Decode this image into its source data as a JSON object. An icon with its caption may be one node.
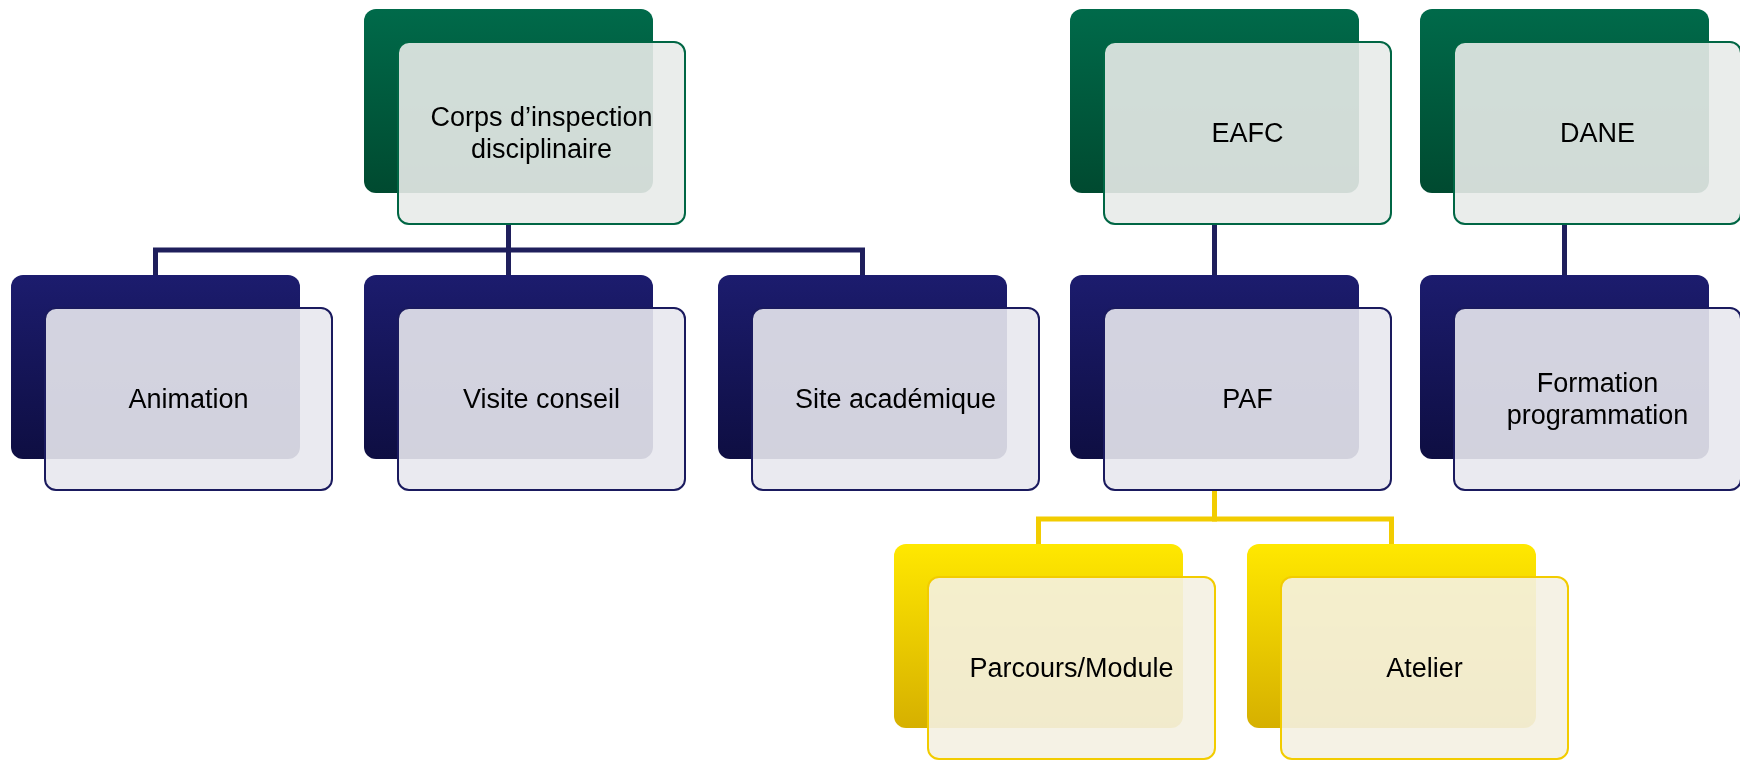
{
  "diagram": {
    "nodes": [
      {
        "text": [
          "Corps d’inspection disciplinaire"
        ]
      },
      {
        "text": [
          "Animation"
        ]
      },
      {
        "text": [
          "Visite conseil"
        ]
      },
      {
        "text": [
          "Site académique"
        ]
      },
      {
        "text": [
          "EAFC"
        ]
      },
      {
        "text": [
          "DANE"
        ]
      },
      {
        "text": [
          "PAF"
        ]
      },
      {
        "text": [
          "Formation programmation"
        ]
      },
      {
        "text": [
          "Parcours/Module"
        ]
      },
      {
        "text": [
          "Atelier"
        ]
      }
    ],
    "edges": [
      {
        "from": 0,
        "to": 1,
        "arrow": "none"
      },
      {
        "from": 0,
        "to": 2,
        "arrow": "none"
      },
      {
        "from": 0,
        "to": 3,
        "arrow": "none"
      },
      {
        "from": 4,
        "to": 6,
        "arrow": "none"
      },
      {
        "from": 5,
        "to": 7,
        "arrow": "none"
      },
      {
        "from": 6,
        "to": 8,
        "arrow": "none",
        "color": "#f2cc00"
      },
      {
        "from": 6,
        "to": 9,
        "arrow": "none",
        "color": "#f2cc00"
      }
    ]
  }
}
